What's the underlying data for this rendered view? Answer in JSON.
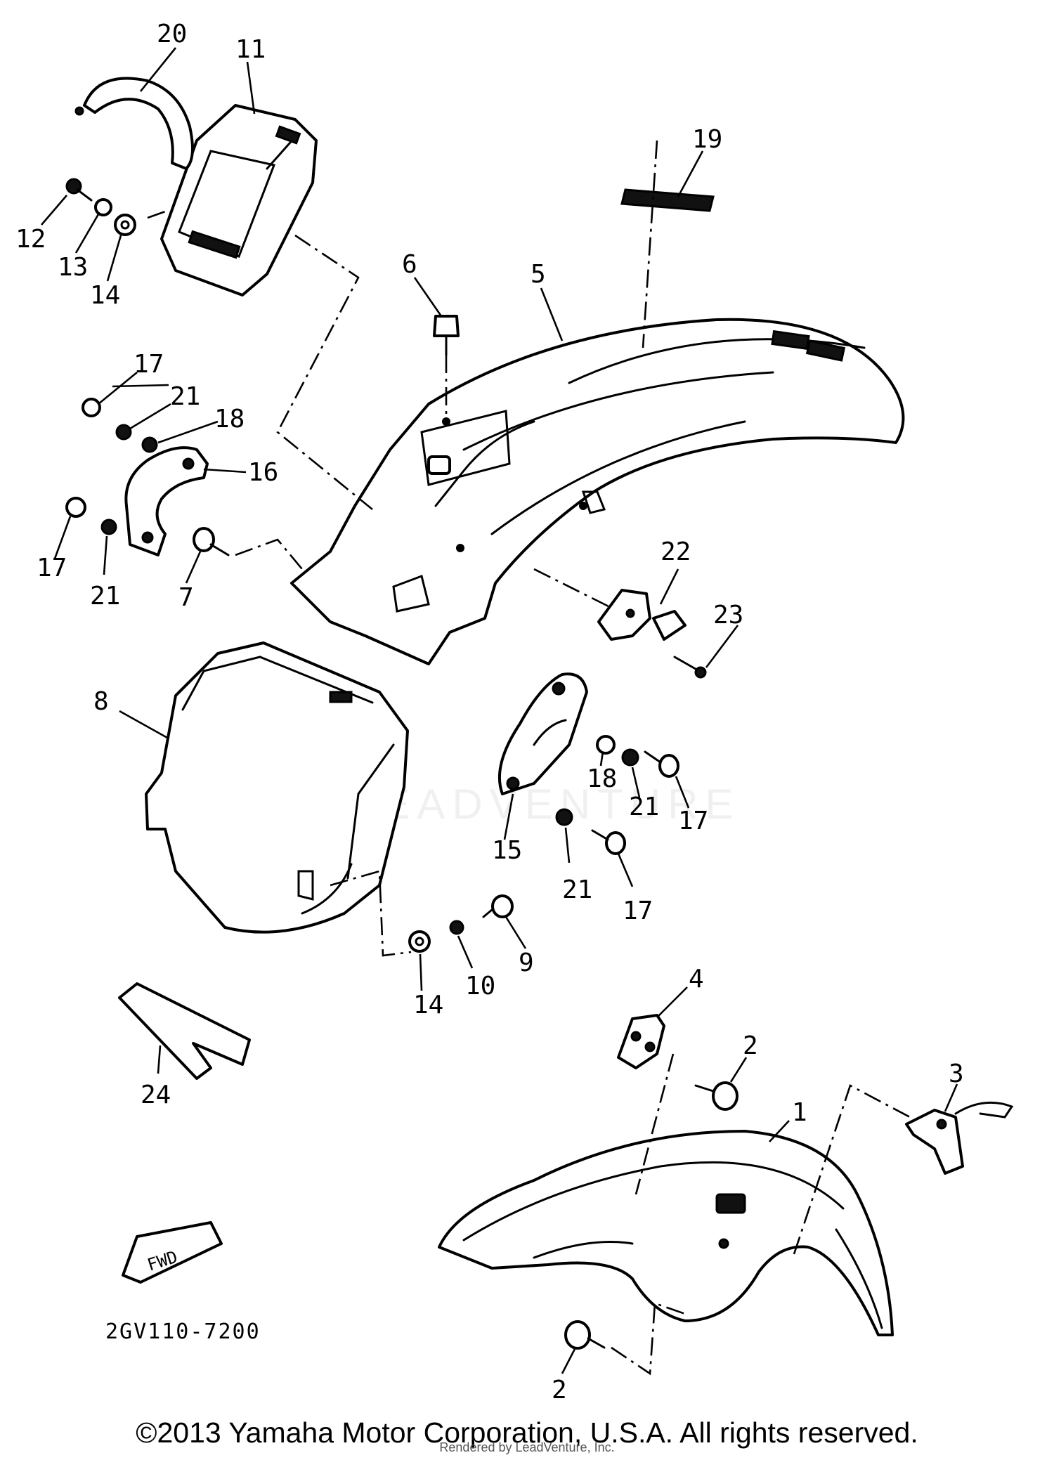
{
  "diagram": {
    "callouts": {
      "c1": "1",
      "c2a": "2",
      "c2b": "2",
      "c3": "3",
      "c4": "4",
      "c5": "5",
      "c6": "6",
      "c7": "7",
      "c8": "8",
      "c9": "9",
      "c10": "10",
      "c11": "11",
      "c12": "12",
      "c13": "13",
      "c14a": "14",
      "c14b": "14",
      "c15": "15",
      "c16": "16",
      "c17a": "17",
      "c17b": "17",
      "c17c": "17",
      "c17d": "17",
      "c18a": "18",
      "c18b": "18",
      "c19": "19",
      "c20": "20",
      "c21a": "21",
      "c21b": "21",
      "c21c": "21",
      "c21d": "21",
      "c22": "22",
      "c23": "23",
      "c24": "24"
    },
    "part_code": "2GV110-7200",
    "fwd_label": "FWD"
  },
  "footer": {
    "copyright": "©2013 Yamaha Motor Corporation, U.S.A. All rights reserved.",
    "rendered_by": "Rendered by LeadVenture, Inc."
  },
  "watermark": "LEADVENTURE"
}
